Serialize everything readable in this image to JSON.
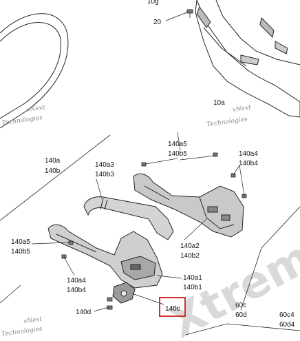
{
  "callouts": {
    "p10g": "10g",
    "p20": "20",
    "p10a": "10a",
    "p140a5_top": "140a5",
    "p140b5_top": "140b5",
    "p140a": "140a",
    "p140b": "140b",
    "p140a4_top": "140a4",
    "p140b4_top": "140b4",
    "p140a3": "140a3",
    "p140b3": "140b3",
    "p140a5_left": "140a5",
    "p140b5_left": "140b5",
    "p140a2": "140a2",
    "p140b2": "140b2",
    "p140a4_left": "140a4",
    "p140b4_left": "140b4",
    "p140a1": "140a1",
    "p140b1": "140b1",
    "p140d": "140d",
    "p140c": "140c",
    "p60c": "60c",
    "p60d": "60d",
    "p60c4": "60c4",
    "p60d4": "60d4"
  },
  "watermarks": {
    "w1_line1": "vNext",
    "w1_line2": "Technologies",
    "w2_line1": "vNext",
    "w2_line2": "Technologies",
    "w3_line1": "vNext",
    "w3_line2": "Technologies",
    "big": "Xtrem"
  },
  "highlight_color": "#d0312d"
}
